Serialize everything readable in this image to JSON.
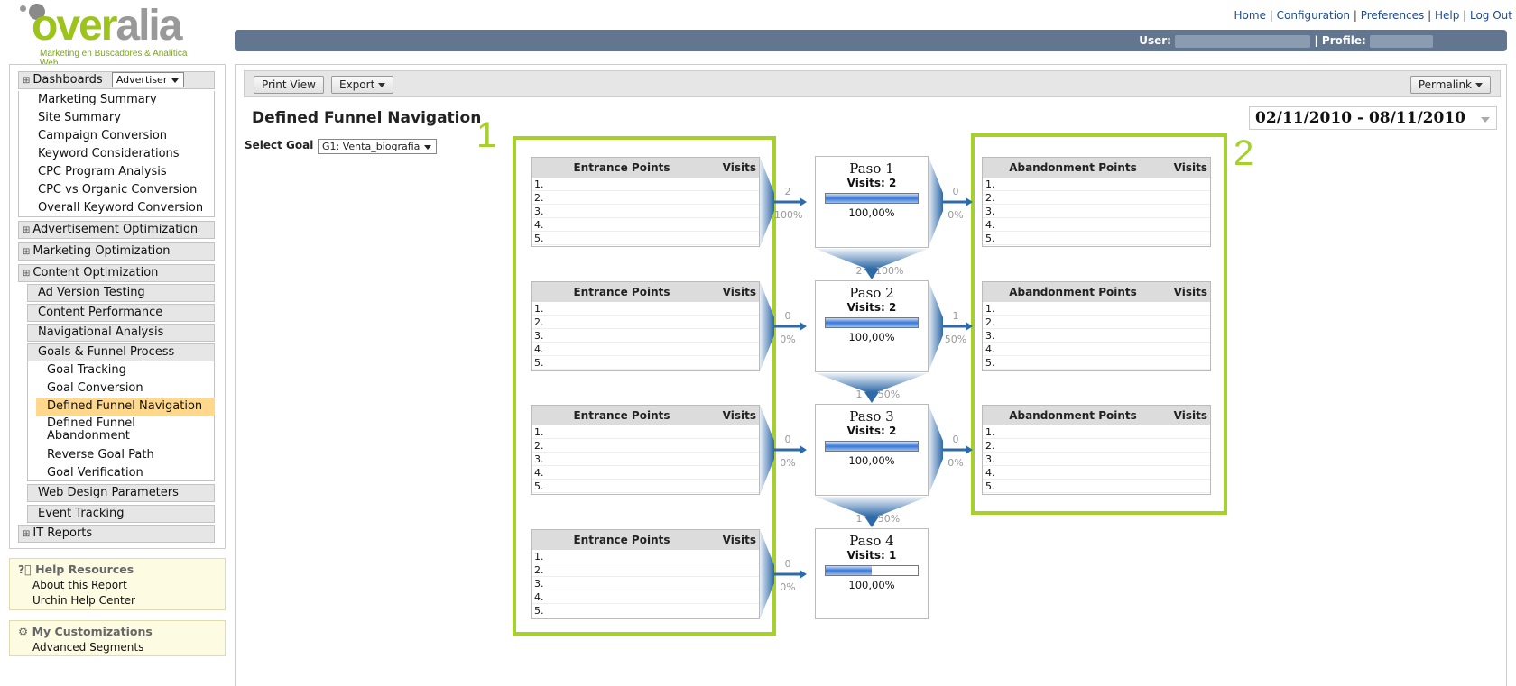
{
  "logo": {
    "word_main": "over",
    "word_alt": "alia",
    "tagline": "Marketing en Buscadores & Analítica Web"
  },
  "top_links": [
    "Home",
    "Configuration",
    "Preferences",
    "Help",
    "Log Out"
  ],
  "userbar": {
    "user_label": "User:",
    "profile_label": "| Profile:"
  },
  "sidebar": {
    "dashboards_label": "Dashboards",
    "dashboards_select": "Advertiser",
    "dashboard_items": [
      "Marketing Summary",
      "Site Summary",
      "Campaign Conversion",
      "Keyword Considerations",
      "CPC Program Analysis",
      "CPC vs Organic Conversion",
      "Overall Keyword Conversion"
    ],
    "sections": [
      "Advertisement Optimization",
      "Marketing Optimization",
      "Content Optimization"
    ],
    "content_sub": [
      "Ad Version Testing",
      "Content Performance",
      "Navigational Analysis",
      "Goals & Funnel Process"
    ],
    "goal_items": [
      "Goal Tracking",
      "Goal Conversion",
      "Defined Funnel Navigation",
      "Defined Funnel Abandonment",
      "Reverse Goal Path",
      "Goal Verification"
    ],
    "more_sub": [
      "Web Design Parameters",
      "Event Tracking"
    ],
    "it_reports": "IT Reports",
    "help_title": "Help Resources",
    "help_items": [
      "About this Report",
      "Urchin Help Center"
    ],
    "cust_title": "My Customizations",
    "cust_items": [
      "Advanced Segments"
    ]
  },
  "toolbar": {
    "print": "Print View",
    "export": "Export",
    "permalink": "Permalink"
  },
  "page": {
    "title": "Defined Funnel Navigation",
    "date_range": "02/11/2010 - 08/11/2010",
    "goal_label": "Select Goal",
    "goal_value": "G1: Venta_biografia"
  },
  "annotations": {
    "left": "1",
    "right": "2"
  },
  "funnel": {
    "entrance_header": "Entrance Points",
    "abandon_header": "Abandonment Points",
    "visits_header": "Visits",
    "row_numbers": [
      "1.",
      "2.",
      "3.",
      "4.",
      "5."
    ],
    "steps": [
      {
        "name": "Paso 1",
        "visits": "Visits: 2",
        "pct": "100,00%",
        "fill": 1.0,
        "in_count": "2",
        "in_pct": "100%",
        "out_count": "0",
        "out_pct": "0%",
        "next_count": "2",
        "next_pct": "100%"
      },
      {
        "name": "Paso 2",
        "visits": "Visits: 2",
        "pct": "100,00%",
        "fill": 1.0,
        "in_count": "0",
        "in_pct": "0%",
        "out_count": "1",
        "out_pct": "50%",
        "next_count": "1",
        "next_pct": "50%"
      },
      {
        "name": "Paso 3",
        "visits": "Visits: 2",
        "pct": "100,00%",
        "fill": 1.0,
        "in_count": "0",
        "in_pct": "0%",
        "out_count": "0",
        "out_pct": "0%",
        "next_count": "1",
        "next_pct": "50%"
      },
      {
        "name": "Paso 4",
        "visits": "Visits: 1",
        "pct": "100,00%",
        "fill": 0.5,
        "in_count": "0",
        "in_pct": "0%"
      }
    ]
  },
  "colors": {
    "accent": "#a6d12a",
    "userbar": "#62778f",
    "highlight": "#ffd88c",
    "link": "#1f4a8c",
    "arrow": "#2f6aa8"
  }
}
